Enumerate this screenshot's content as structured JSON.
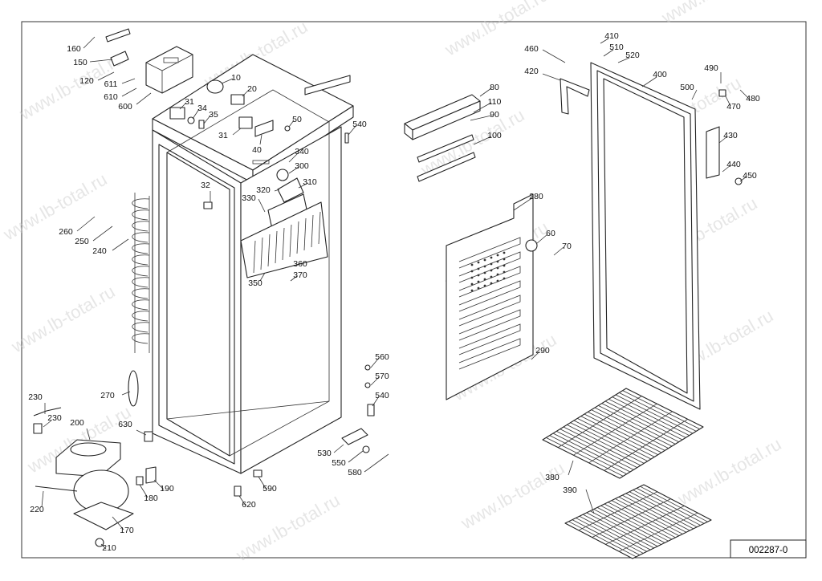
{
  "document_number": "002287-0",
  "watermark_text": "www.lb-total.ru",
  "callouts": [
    {
      "id": "p160",
      "label": "160"
    },
    {
      "id": "p150",
      "label": "150"
    },
    {
      "id": "p120",
      "label": "120"
    },
    {
      "id": "p611",
      "label": "611"
    },
    {
      "id": "p610",
      "label": "610"
    },
    {
      "id": "p600",
      "label": "600"
    },
    {
      "id": "p10",
      "label": "10"
    },
    {
      "id": "p20",
      "label": "20"
    },
    {
      "id": "p31a",
      "label": "31"
    },
    {
      "id": "p34",
      "label": "34"
    },
    {
      "id": "p35",
      "label": "35"
    },
    {
      "id": "p31b",
      "label": "31"
    },
    {
      "id": "p50",
      "label": "50"
    },
    {
      "id": "p40",
      "label": "40"
    },
    {
      "id": "p540a",
      "label": "540"
    },
    {
      "id": "p340",
      "label": "340"
    },
    {
      "id": "p300",
      "label": "300"
    },
    {
      "id": "p310",
      "label": "310"
    },
    {
      "id": "p320",
      "label": "320"
    },
    {
      "id": "p330",
      "label": "330"
    },
    {
      "id": "p32",
      "label": "32"
    },
    {
      "id": "p260",
      "label": "260"
    },
    {
      "id": "p250",
      "label": "250"
    },
    {
      "id": "p240",
      "label": "240"
    },
    {
      "id": "p360",
      "label": "360"
    },
    {
      "id": "p370",
      "label": "370"
    },
    {
      "id": "p350",
      "label": "350"
    },
    {
      "id": "p270",
      "label": "270"
    },
    {
      "id": "p230a",
      "label": "230"
    },
    {
      "id": "p230b",
      "label": "230"
    },
    {
      "id": "p200",
      "label": "200"
    },
    {
      "id": "p630",
      "label": "630"
    },
    {
      "id": "p220",
      "label": "220"
    },
    {
      "id": "p190",
      "label": "190"
    },
    {
      "id": "p180",
      "label": "180"
    },
    {
      "id": "p170",
      "label": "170"
    },
    {
      "id": "p210",
      "label": "210"
    },
    {
      "id": "p590",
      "label": "590"
    },
    {
      "id": "p620",
      "label": "620"
    },
    {
      "id": "p560",
      "label": "560"
    },
    {
      "id": "p570",
      "label": "570"
    },
    {
      "id": "p540b",
      "label": "540"
    },
    {
      "id": "p530",
      "label": "530"
    },
    {
      "id": "p550",
      "label": "550"
    },
    {
      "id": "p580",
      "label": "580"
    },
    {
      "id": "p80",
      "label": "80"
    },
    {
      "id": "p110",
      "label": "110"
    },
    {
      "id": "p90",
      "label": "90"
    },
    {
      "id": "p100",
      "label": "100"
    },
    {
      "id": "p280",
      "label": "280"
    },
    {
      "id": "p60",
      "label": "60"
    },
    {
      "id": "p70",
      "label": "70"
    },
    {
      "id": "p290",
      "label": "290"
    },
    {
      "id": "p460",
      "label": "460"
    },
    {
      "id": "p410",
      "label": "410"
    },
    {
      "id": "p510",
      "label": "510"
    },
    {
      "id": "p520",
      "label": "520"
    },
    {
      "id": "p420",
      "label": "420"
    },
    {
      "id": "p400",
      "label": "400"
    },
    {
      "id": "p490",
      "label": "490"
    },
    {
      "id": "p500",
      "label": "500"
    },
    {
      "id": "p470",
      "label": "470"
    },
    {
      "id": "p480",
      "label": "480"
    },
    {
      "id": "p430",
      "label": "430"
    },
    {
      "id": "p440",
      "label": "440"
    },
    {
      "id": "p450",
      "label": "450"
    },
    {
      "id": "p380",
      "label": "380"
    },
    {
      "id": "p390",
      "label": "390"
    }
  ]
}
